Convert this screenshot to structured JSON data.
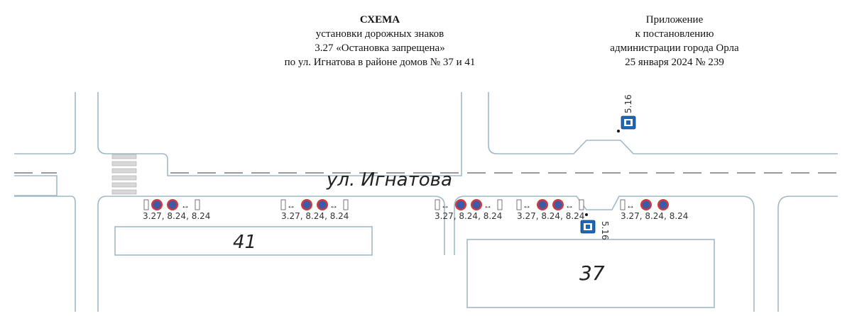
{
  "header": {
    "title": "СХЕМА",
    "line1": "установки дорожных знаков",
    "line2": "3.27 «Остановка запрещена»",
    "line3": "по ул. Игнатова в районе домов № 37 и 41"
  },
  "appendix": {
    "line1": "Приложение",
    "line2": "к постановлению",
    "line3": "администрации города Орла",
    "line4": "25 января 2024 № 239"
  },
  "map": {
    "street_label": "ул. Игнатова",
    "buildings": [
      {
        "label": "41"
      },
      {
        "label": "37"
      }
    ],
    "sign_groups": [
      {
        "label": "3.27,  8.24,  8.24"
      },
      {
        "label": "3.27,  8.24,  8.24"
      },
      {
        "label": "3.27,  8.24,  8.24"
      },
      {
        "label": "3.27,  8.24,  8.24"
      },
      {
        "label": "3.27,  8.24,  8.24"
      }
    ],
    "bus_stops": [
      {
        "label": "5.16"
      },
      {
        "label": "5.16"
      }
    ]
  },
  "colors": {
    "road_line": "#9fb8c8",
    "sign_red": "#d23a3a",
    "sign_blue": "#3c5aa8",
    "bus_stop_blue": "#1e67b5"
  }
}
